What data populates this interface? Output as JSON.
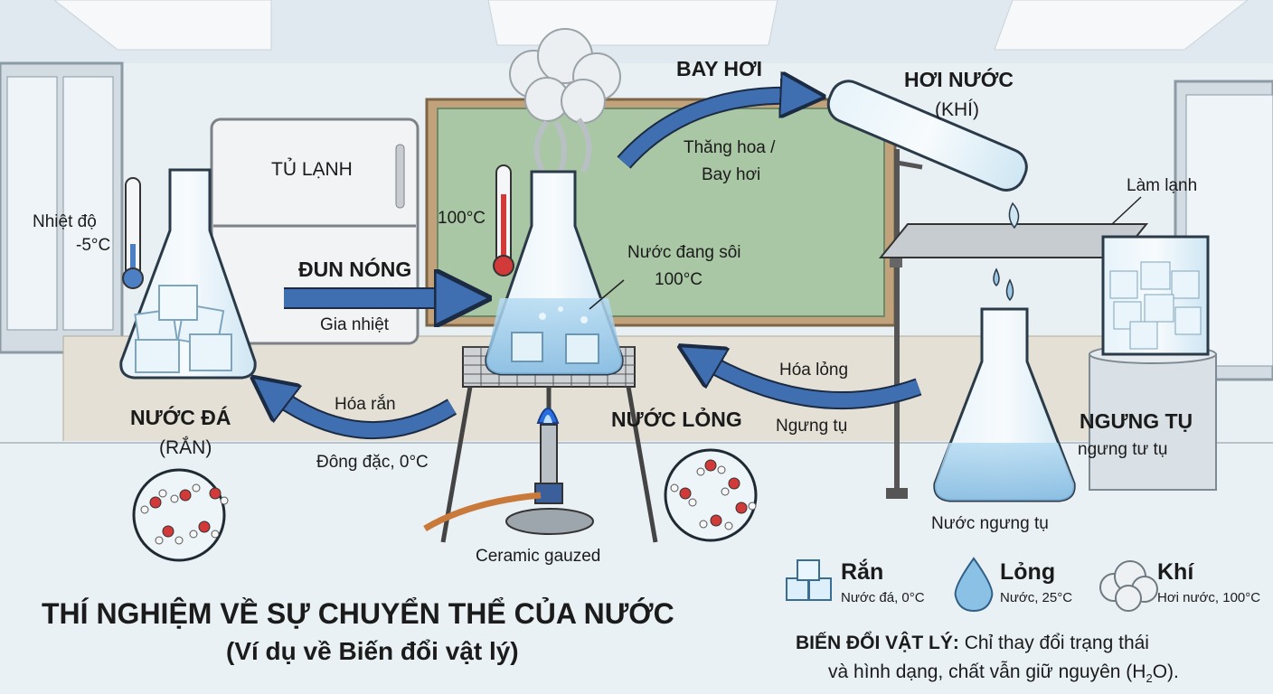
{
  "title": "THÍ NGHIỆM VỀ SỰ CHUYỂN THỂ CỦA NƯỚC",
  "subtitle": "(Ví  dụ về Biến đổi vật lý)",
  "fridge_label": "TỦ LẠNH",
  "left_thermo": {
    "label": "Nhiệt độ",
    "value": "-5°C"
  },
  "center_thermo": {
    "value": "100°C"
  },
  "solid_state": {
    "name": "NƯỚC ĐÁ",
    "sub": "(RẮN)"
  },
  "liquid_state": {
    "name": "NƯỚC LỎNG"
  },
  "gas_state": {
    "name": "HƠI NƯỚC",
    "sub": "(KHÍ)"
  },
  "heating": {
    "title": "ĐUN NÓNG",
    "sub": "Gia nhiệt"
  },
  "boiling": {
    "line1": "Nước đang sôi",
    "line2": "100°C"
  },
  "evaporation": {
    "title": "BAY HƠI",
    "line1": "Thăng hoa /",
    "line2": "Bay hơi"
  },
  "cooling_label": "Làm lạnh",
  "condensation": {
    "title": "NGƯNG TỤ",
    "sub": "ngưng tư tụ"
  },
  "liquefaction": {
    "line1": "Hóa lỏng",
    "line2": "Ngưng tụ"
  },
  "freezing": {
    "line1": "Hóa rắn",
    "line2": "Đông đặc, 0°C"
  },
  "condensed_water": "Nước ngưng tụ",
  "gauze_label": "Ceramic gauzed",
  "legend": [
    {
      "icon": "ice-cube-icon",
      "name": "Rắn",
      "desc": "Nước đá, 0°C"
    },
    {
      "icon": "water-drop-icon",
      "name": "Lỏng",
      "desc": "Nước, 25°C"
    },
    {
      "icon": "cloud-icon",
      "name": "Khí",
      "desc": "Hơi nước, 100°C"
    }
  ],
  "note": {
    "bold": "BIẾN ĐỔI VẬT LÝ:",
    "text": "Chỉ thay đổi trạng thái",
    "line2_pre": "và hình dạng, chất vẫn giữ nguyên (H",
    "sub": "2",
    "line2_post": "O)."
  },
  "colors": {
    "arrow": "#3f6fb0",
    "water": "#9cc8e6",
    "glass": "#d5ebf6",
    "flame": "#2a6fe0",
    "oxygen": "#d23a3a",
    "board": "#a9c7a4"
  }
}
